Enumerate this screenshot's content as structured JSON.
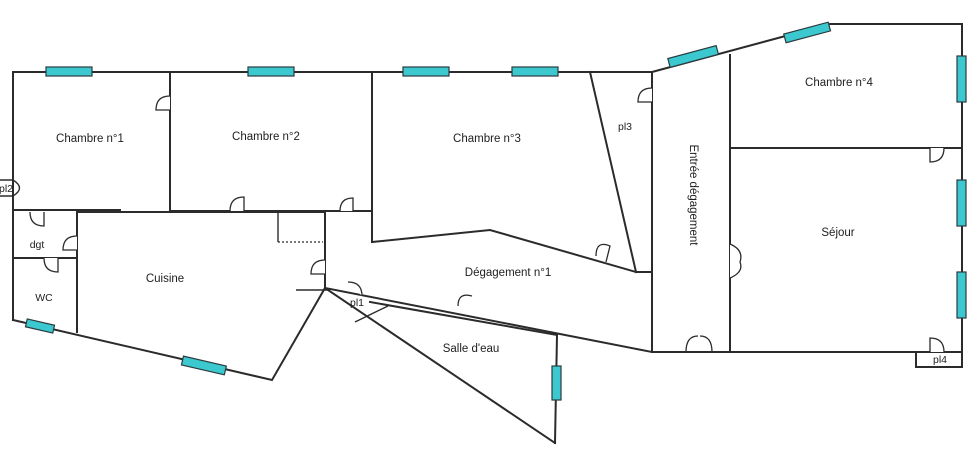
{
  "rooms": {
    "chambre1": "Chambre n°1",
    "chambre2": "Chambre n°2",
    "chambre3": "Chambre n°3",
    "chambre4": "Chambre n°4",
    "sejour": "Séjour",
    "cuisine": "Cuisine",
    "degagement1": "Dégagement n°1",
    "salle_eau": "Salle d'eau",
    "entree": "Entrée dégagement",
    "wc": "WC",
    "dgt": "dgt"
  },
  "closets": {
    "pl1": "pl1",
    "pl2": "pl2",
    "pl3": "pl3",
    "pl4": "pl4"
  },
  "colors": {
    "wall": "#2b2b2b",
    "window": "#3cc8cf",
    "background": "#ffffff"
  }
}
